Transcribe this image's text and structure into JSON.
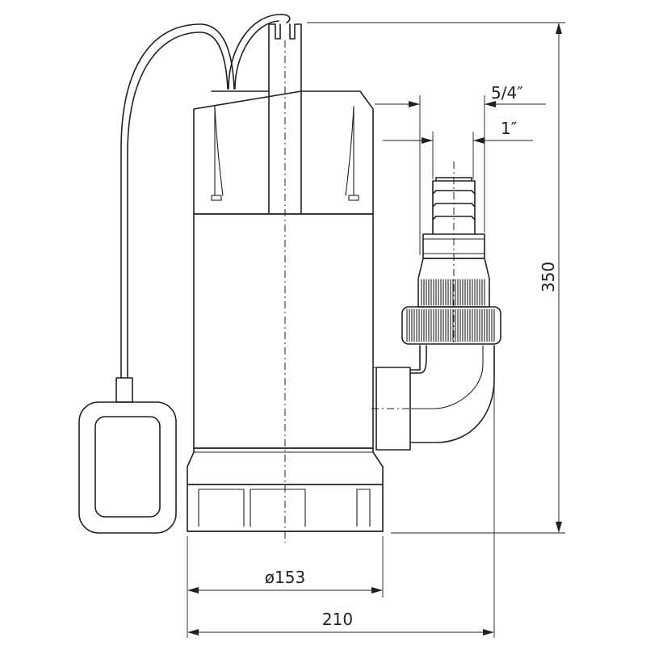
{
  "dimensions": {
    "outlet_outer": "5/4″",
    "outlet_inner": "1″",
    "height": "350",
    "base_diameter": "ø153",
    "total_width": "210"
  }
}
